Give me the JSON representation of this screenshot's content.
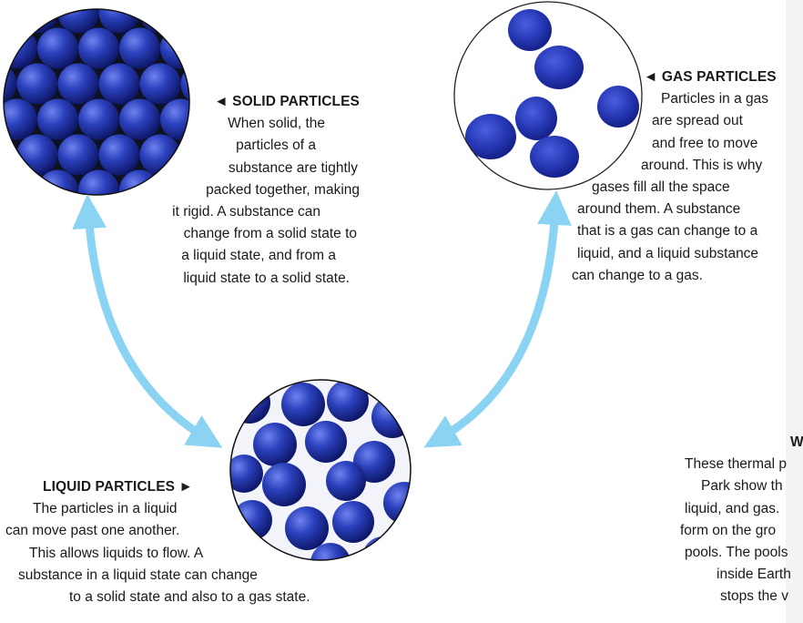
{
  "colors": {
    "particle": "#2a3fb8",
    "particle_dark": "#0d1560",
    "particle_light": "#6a7ce8",
    "arrow": "#8ad3f3",
    "circle_bg_light": "#ffffff",
    "circle_bg_dark": "#111522"
  },
  "solid": {
    "title": "◄ SOLID PARTICLES",
    "lines": [
      "When solid, the",
      "particles of a",
      "substance are tightly",
      "packed together, making",
      "it rigid. A substance can",
      "change from a solid state to",
      "a liquid state, and from a",
      "liquid state to a solid state."
    ]
  },
  "gas": {
    "title": "◄ GAS PARTICLES",
    "lines": [
      "Particles in a gas",
      "are spread out",
      "and free to move",
      "around. This is why",
      "gases fill all the space",
      "around them. A substance",
      "that is a gas can change to a",
      "liquid, and a liquid substance",
      "can change to a gas."
    ]
  },
  "liquid": {
    "title": "LIQUID PARTICLES ►",
    "lines": [
      "The particles in a liquid",
      "can move past one another.",
      "This allows liquids to flow. A",
      "substance in a liquid state can change",
      "to a solid state and also to a gas state."
    ]
  },
  "thermal": {
    "heading": "W",
    "lines": [
      "These thermal p",
      "Park show th",
      "liquid, and gas.",
      "form on the gro",
      "pools. The pools",
      "inside Earth",
      "stops the v"
    ]
  }
}
